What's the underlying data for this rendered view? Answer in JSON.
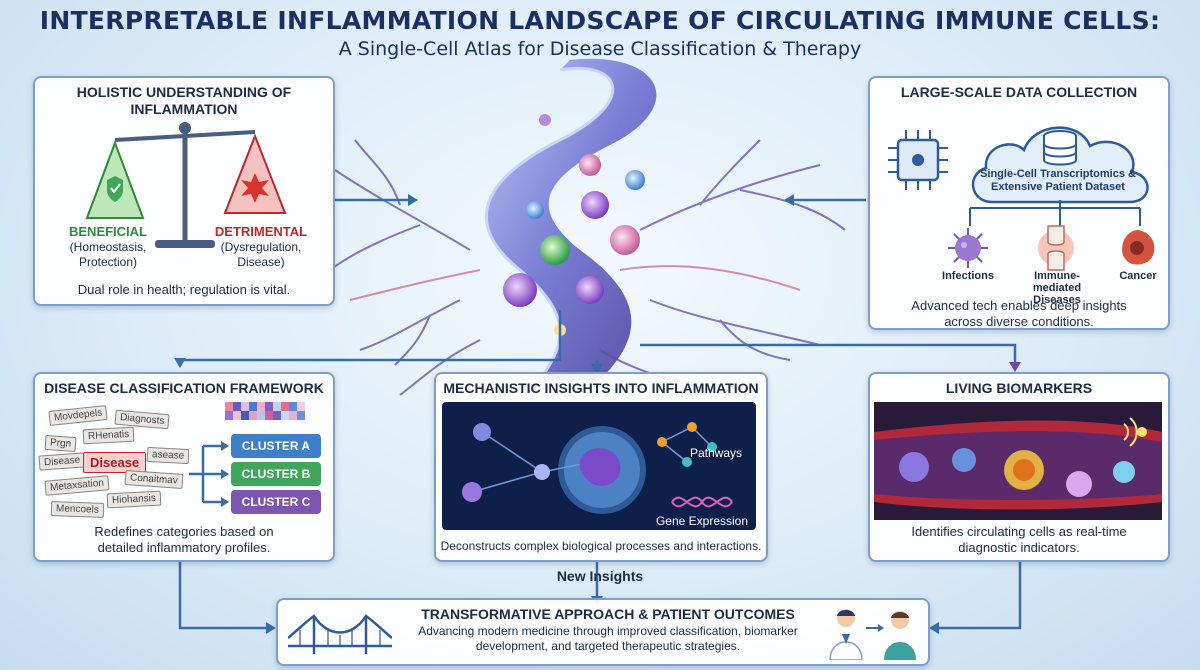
{
  "header": {
    "title": "INTERPRETABLE INFLAMMATION LANDSCAPE OF CIRCULATING IMMUNE CELLS:",
    "subtitle": "A Single-Cell Atlas for Disease Classification & Therapy"
  },
  "holistic": {
    "title": "HOLISTIC UNDERSTANDING OF INFLAMMATION",
    "beneficial_label": "BENEFICIAL",
    "beneficial_detail": "(Homeostasis, Protection)",
    "detrimental_label": "DETRIMENTAL",
    "detrimental_detail": "(Dysregulation, Disease)",
    "caption": "Dual role in health; regulation is vital."
  },
  "data_collection": {
    "title": "LARGE-SCALE DATA COLLECTION",
    "cloud_label": "Single-Cell Transcriptomics & Extensive Patient Dataset",
    "categories": [
      "Infections",
      "Immune-mediated Diseases",
      "Cancer"
    ],
    "caption": "Advanced tech enables deep insights across diverse conditions."
  },
  "classification": {
    "title": "DISEASE CLASSIFICATION FRAMEWORK",
    "chips": [
      "Movdepels",
      "Diagnosts",
      "RHenatis",
      "Prgn",
      "Disease",
      "Disease",
      "asease",
      "Metaxsation",
      "Conaitmav",
      "Hiohansis",
      "Mencoels"
    ],
    "clusters": [
      "CLUSTER A",
      "CLUSTER B",
      "CLUSTER C"
    ],
    "caption": "Redefines categories based on detailed inflammatory profiles."
  },
  "mechanistic": {
    "title": "MECHANISTIC INSIGHTS INTO INFLAMMATION",
    "pathways_label": "Pathways",
    "gene_label": "Gene Expression",
    "caption": "Deconstructs complex biological processes and interactions."
  },
  "biomarkers": {
    "title": "LIVING BIOMARKERS",
    "caption": "Identifies circulating cells as real-time diagnostic indicators."
  },
  "flow": {
    "new_insights": "New Insights"
  },
  "outcomes": {
    "title": "TRANSFORMATIVE APPROACH & PATIENT OUTCOMES",
    "text": "Advancing modern medicine through improved classification, biomarker development, and targeted therapeutic strategies."
  },
  "colors": {
    "navy": "#1b2f63",
    "beneficial": "#2e8b3a",
    "detrimental": "#c0282d",
    "cluster_a": "#3d7fc8",
    "cluster_b": "#3fa75a",
    "cluster_c": "#7e55b0",
    "arrow": "#3a6aa8"
  }
}
